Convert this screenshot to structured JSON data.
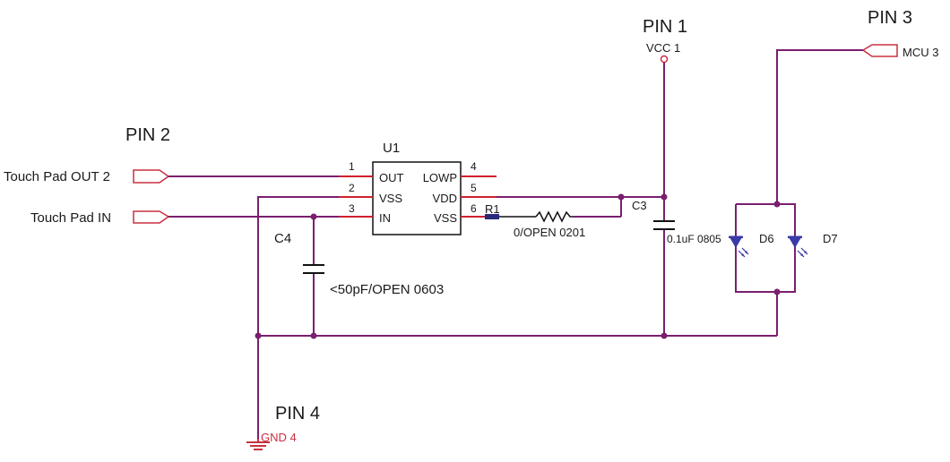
{
  "headers": {
    "pin1": "PIN 1",
    "pin2": "PIN 2",
    "pin3": "PIN 3",
    "pin4": "PIN 4"
  },
  "ports": {
    "vcc": "VCC 1",
    "mcu": "MCU 3",
    "gnd": "GND 4",
    "touch_out": "Touch Pad OUT 2",
    "touch_in": "Touch Pad IN"
  },
  "ic": {
    "ref": "U1",
    "pins_left": [
      {
        "num": "1",
        "name": "OUT"
      },
      {
        "num": "2",
        "name": "VSS"
      },
      {
        "num": "3",
        "name": "IN"
      }
    ],
    "pins_right": [
      {
        "num": "4",
        "name": "LOWP"
      },
      {
        "num": "5",
        "name": "VDD"
      },
      {
        "num": "6",
        "name": "VSS"
      }
    ]
  },
  "components": {
    "r1": {
      "ref": "R1",
      "value": "0/OPEN 0201"
    },
    "c3": {
      "ref": "C3",
      "value": "0.1uF 0805"
    },
    "c4": {
      "ref": "C4",
      "value": "<50pF/OPEN 0603"
    },
    "d6": {
      "ref": "D6"
    },
    "d7": {
      "ref": "D7"
    }
  },
  "colors": {
    "net_wire": "#7a1f6e",
    "pin_stub": "#d0202e",
    "component": "#111111",
    "led": "#3a3aa8",
    "port_text_red": "#c83040"
  }
}
